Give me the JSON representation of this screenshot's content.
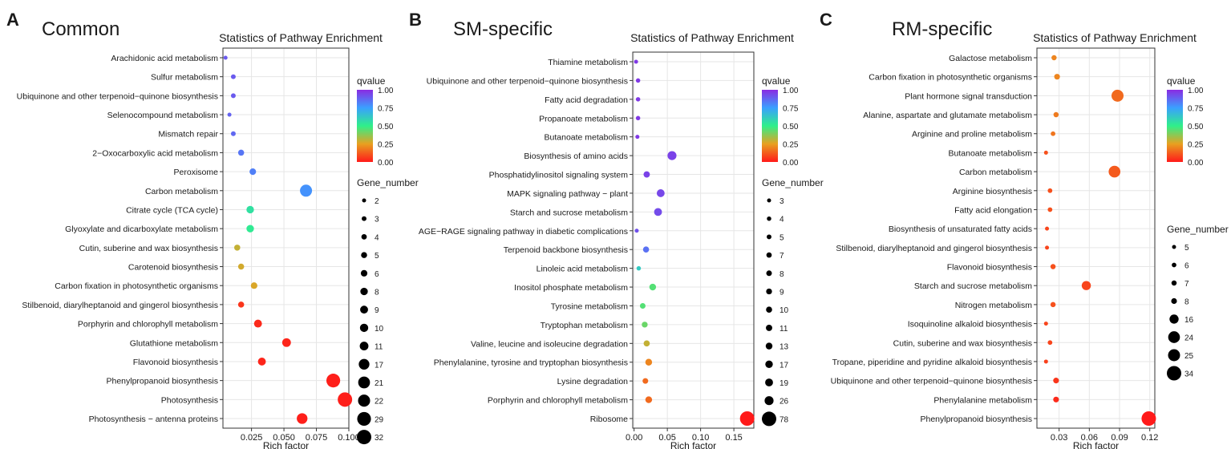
{
  "figure": {
    "chart_title": "Statistics of Pathway Enrichment",
    "x_label": "Rich factor",
    "legend_color_title": "qvalue",
    "legend_size_title": "Gene_number",
    "colorbar_ticks": [
      "1.00",
      "0.75",
      "0.50",
      "0.25",
      "0.00"
    ]
  },
  "chart_data": [
    {
      "type": "scatter",
      "panel_letter": "A",
      "subtitle": "Common",
      "title": "Statistics of Pathway Enrichment",
      "xlabel": "Rich factor",
      "xlim": [
        0.003,
        0.1
      ],
      "x_ticks": [
        0.025,
        0.05,
        0.075,
        0.1
      ],
      "x_tick_labels": [
        "0.025",
        "0.050",
        "0.075",
        "0.100"
      ],
      "grid": true,
      "legend_position": "right",
      "size_legend": {
        "labels": [
          "2",
          "3",
          "4",
          "5",
          "6",
          "8",
          "9",
          "10",
          "11",
          "17",
          "21",
          "22",
          "29",
          "32"
        ],
        "values": [
          2,
          3,
          4,
          5,
          6,
          8,
          9,
          10,
          11,
          17,
          21,
          22,
          29,
          32
        ]
      },
      "pathways": [
        {
          "name": "Arachidonic acid metabolism",
          "rich_factor": 0.005,
          "qvalue": 0.9,
          "gene_number": 2
        },
        {
          "name": "Sulfur metabolism",
          "rich_factor": 0.011,
          "qvalue": 0.9,
          "gene_number": 3
        },
        {
          "name": "Ubiquinone and other terpenoid−quinone biosynthesis",
          "rich_factor": 0.011,
          "qvalue": 0.9,
          "gene_number": 3
        },
        {
          "name": "Selenocompound metabolism",
          "rich_factor": 0.008,
          "qvalue": 0.88,
          "gene_number": 2
        },
        {
          "name": "Mismatch repair",
          "rich_factor": 0.011,
          "qvalue": 0.87,
          "gene_number": 3
        },
        {
          "name": "2−Oxocarboxylic acid metabolism",
          "rich_factor": 0.017,
          "qvalue": 0.84,
          "gene_number": 5
        },
        {
          "name": "Peroxisome",
          "rich_factor": 0.026,
          "qvalue": 0.82,
          "gene_number": 6
        },
        {
          "name": "Carbon metabolism",
          "rich_factor": 0.067,
          "qvalue": 0.78,
          "gene_number": 22
        },
        {
          "name": "Citrate cycle (TCA cycle)",
          "rich_factor": 0.024,
          "qvalue": 0.55,
          "gene_number": 8
        },
        {
          "name": "Glyoxylate and dicarboxylate metabolism",
          "rich_factor": 0.024,
          "qvalue": 0.52,
          "gene_number": 8
        },
        {
          "name": "Cutin, suberine and wax biosynthesis",
          "rich_factor": 0.014,
          "qvalue": 0.3,
          "gene_number": 5
        },
        {
          "name": "Carotenoid biosynthesis",
          "rich_factor": 0.017,
          "qvalue": 0.28,
          "gene_number": 5
        },
        {
          "name": "Carbon fixation in photosynthetic organisms",
          "rich_factor": 0.027,
          "qvalue": 0.27,
          "gene_number": 6
        },
        {
          "name": "Stilbenoid, diarylheptanoid and gingerol biosynthesis",
          "rich_factor": 0.017,
          "qvalue": 0.05,
          "gene_number": 5
        },
        {
          "name": "Porphyrin and chlorophyll metabolism",
          "rich_factor": 0.03,
          "qvalue": 0.03,
          "gene_number": 9
        },
        {
          "name": "Glutathione metabolism",
          "rich_factor": 0.052,
          "qvalue": 0.02,
          "gene_number": 11
        },
        {
          "name": "Flavonoid biosynthesis",
          "rich_factor": 0.033,
          "qvalue": 0.02,
          "gene_number": 9
        },
        {
          "name": "Phenylpropanoid biosynthesis",
          "rich_factor": 0.088,
          "qvalue": 0.01,
          "gene_number": 29
        },
        {
          "name": "Photosynthesis",
          "rich_factor": 0.097,
          "qvalue": 0.01,
          "gene_number": 32
        },
        {
          "name": "Photosynthesis − antenna proteins",
          "rich_factor": 0.064,
          "qvalue": 0.01,
          "gene_number": 17
        }
      ]
    },
    {
      "type": "scatter",
      "panel_letter": "B",
      "subtitle": "SM-specific",
      "title": "Statistics of Pathway Enrichment",
      "xlabel": "Rich factor",
      "xlim": [
        -0.002,
        0.18
      ],
      "x_ticks": [
        0,
        0.05,
        0.1,
        0.15
      ],
      "x_tick_labels": [
        "0.00",
        "0.05",
        "0.10",
        "0.15"
      ],
      "grid": true,
      "legend_position": "right",
      "size_legend": {
        "labels": [
          "3",
          "4",
          "5",
          "7",
          "8",
          "9",
          "10",
          "11",
          "13",
          "17",
          "19",
          "26",
          "78"
        ],
        "values": [
          3,
          4,
          5,
          7,
          8,
          9,
          10,
          11,
          13,
          17,
          19,
          26,
          78
        ]
      },
      "pathways": [
        {
          "name": "Thiamine metabolism",
          "rich_factor": 0.003,
          "qvalue": 0.97,
          "gene_number": 3
        },
        {
          "name": "Ubiquinone and other terpenoid−quinone biosynthesis",
          "rich_factor": 0.006,
          "qvalue": 0.97,
          "gene_number": 4
        },
        {
          "name": "Fatty acid degradation",
          "rich_factor": 0.006,
          "qvalue": 0.97,
          "gene_number": 4
        },
        {
          "name": "Propanoate metabolism",
          "rich_factor": 0.006,
          "qvalue": 0.97,
          "gene_number": 4
        },
        {
          "name": "Butanoate metabolism",
          "rich_factor": 0.005,
          "qvalue": 0.97,
          "gene_number": 3
        },
        {
          "name": "Biosynthesis of amino acids",
          "rich_factor": 0.057,
          "qvalue": 0.95,
          "gene_number": 26
        },
        {
          "name": "Phosphatidylinositol signaling system",
          "rich_factor": 0.019,
          "qvalue": 0.95,
          "gene_number": 11
        },
        {
          "name": "MAPK signaling pathway − plant",
          "rich_factor": 0.04,
          "qvalue": 0.94,
          "gene_number": 19
        },
        {
          "name": "Starch and sucrose metabolism",
          "rich_factor": 0.036,
          "qvalue": 0.93,
          "gene_number": 19
        },
        {
          "name": "AGE−RAGE signaling pathway in diabetic complications",
          "rich_factor": 0.004,
          "qvalue": 0.92,
          "gene_number": 3
        },
        {
          "name": "Terpenoid backbone biosynthesis",
          "rich_factor": 0.018,
          "qvalue": 0.85,
          "gene_number": 10
        },
        {
          "name": "Linoleic acid metabolism",
          "rich_factor": 0.007,
          "qvalue": 0.62,
          "gene_number": 4
        },
        {
          "name": "Inositol phosphate metabolism",
          "rich_factor": 0.028,
          "qvalue": 0.45,
          "gene_number": 13
        },
        {
          "name": "Tyrosine metabolism",
          "rich_factor": 0.013,
          "qvalue": 0.45,
          "gene_number": 8
        },
        {
          "name": "Tryptophan metabolism",
          "rich_factor": 0.016,
          "qvalue": 0.42,
          "gene_number": 9
        },
        {
          "name": "Valine, leucine and isoleucine degradation",
          "rich_factor": 0.019,
          "qvalue": 0.3,
          "gene_number": 10
        },
        {
          "name": "Phenylalanine, tyrosine and tryptophan biosynthesis",
          "rich_factor": 0.022,
          "qvalue": 0.2,
          "gene_number": 13
        },
        {
          "name": "Lysine degradation",
          "rich_factor": 0.017,
          "qvalue": 0.15,
          "gene_number": 8
        },
        {
          "name": "Porphyrin and chlorophyll metabolism",
          "rich_factor": 0.022,
          "qvalue": 0.15,
          "gene_number": 13
        },
        {
          "name": "Ribosome",
          "rich_factor": 0.17,
          "qvalue": 0.0,
          "gene_number": 78
        }
      ]
    },
    {
      "type": "scatter",
      "panel_letter": "C",
      "subtitle": "RM-specific",
      "title": "Statistics of Pathway Enrichment",
      "xlabel": "Rich factor",
      "xlim": [
        0.008,
        0.125
      ],
      "x_ticks": [
        0.03,
        0.06,
        0.09,
        0.12
      ],
      "x_tick_labels": [
        "0.03",
        "0.06",
        "0.09",
        "0.12"
      ],
      "grid": true,
      "legend_position": "right",
      "size_legend": {
        "labels": [
          "5",
          "6",
          "7",
          "8",
          "16",
          "24",
          "25",
          "34"
        ],
        "values": [
          5,
          6,
          7,
          8,
          16,
          24,
          25,
          34
        ]
      },
      "pathways": [
        {
          "name": "Galactose metabolism",
          "rich_factor": 0.025,
          "qvalue": 0.2,
          "gene_number": 7
        },
        {
          "name": "Carbon fixation in photosynthetic organisms",
          "rich_factor": 0.028,
          "qvalue": 0.2,
          "gene_number": 8
        },
        {
          "name": "Plant hormone signal transduction",
          "rich_factor": 0.088,
          "qvalue": 0.15,
          "gene_number": 25
        },
        {
          "name": "Alanine, aspartate and glutamate metabolism",
          "rich_factor": 0.027,
          "qvalue": 0.18,
          "gene_number": 7
        },
        {
          "name": "Arginine and proline metabolism",
          "rich_factor": 0.024,
          "qvalue": 0.17,
          "gene_number": 6
        },
        {
          "name": "Butanoate metabolism",
          "rich_factor": 0.017,
          "qvalue": 0.1,
          "gene_number": 5
        },
        {
          "name": "Carbon metabolism",
          "rich_factor": 0.085,
          "qvalue": 0.12,
          "gene_number": 24
        },
        {
          "name": "Arginine biosynthesis",
          "rich_factor": 0.021,
          "qvalue": 0.1,
          "gene_number": 6
        },
        {
          "name": "Fatty acid elongation",
          "rich_factor": 0.021,
          "qvalue": 0.1,
          "gene_number": 6
        },
        {
          "name": "Biosynthesis of unsaturated fatty acids",
          "rich_factor": 0.018,
          "qvalue": 0.08,
          "gene_number": 5
        },
        {
          "name": "Stilbenoid, diarylheptanoid and gingerol biosynthesis",
          "rich_factor": 0.018,
          "qvalue": 0.08,
          "gene_number": 5
        },
        {
          "name": "Flavonoid biosynthesis",
          "rich_factor": 0.024,
          "qvalue": 0.1,
          "gene_number": 7
        },
        {
          "name": "Starch and sucrose metabolism",
          "rich_factor": 0.057,
          "qvalue": 0.08,
          "gene_number": 16
        },
        {
          "name": "Nitrogen metabolism",
          "rich_factor": 0.024,
          "qvalue": 0.1,
          "gene_number": 7
        },
        {
          "name": "Isoquinoline alkaloid biosynthesis",
          "rich_factor": 0.017,
          "qvalue": 0.08,
          "gene_number": 5
        },
        {
          "name": "Cutin, suberine and wax biosynthesis",
          "rich_factor": 0.021,
          "qvalue": 0.08,
          "gene_number": 6
        },
        {
          "name": "Tropane, piperidine and pyridine alkaloid biosynthesis",
          "rich_factor": 0.017,
          "qvalue": 0.07,
          "gene_number": 5
        },
        {
          "name": "Ubiquinone and other terpenoid−quinone biosynthesis",
          "rich_factor": 0.027,
          "qvalue": 0.05,
          "gene_number": 8
        },
        {
          "name": "Phenylalanine metabolism",
          "rich_factor": 0.027,
          "qvalue": 0.03,
          "gene_number": 8
        },
        {
          "name": "Phenylpropanoid biosynthesis",
          "rich_factor": 0.119,
          "qvalue": 0.0,
          "gene_number": 34
        }
      ]
    }
  ]
}
